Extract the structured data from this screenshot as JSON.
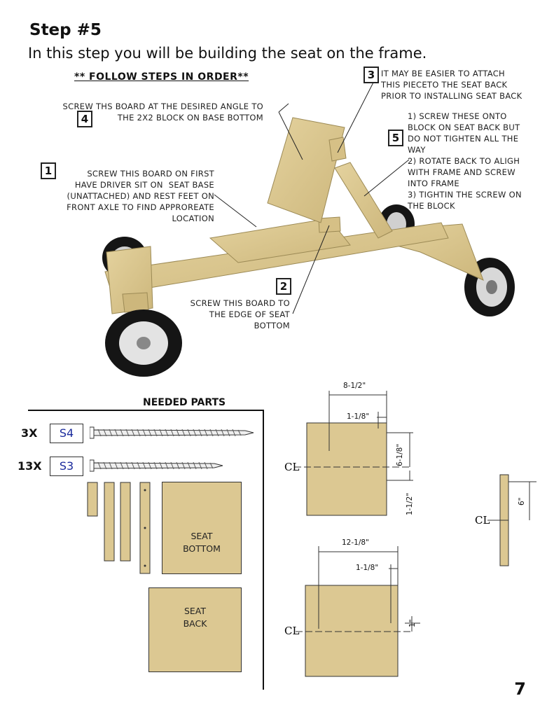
{
  "header": {
    "step": "Step #5",
    "subtitle": "In this step you will be building the seat on the frame.",
    "follow": "** FOLLOW STEPS IN ORDER**"
  },
  "callouts": {
    "c1": {
      "num": "1",
      "lines": [
        "SCREW THIS BOARD ON FIRST",
        "HAVE DRIVER SIT ON  SEAT BASE",
        "(UNATTACHED) AND REST FEET ON",
        "FRONT AXLE TO FIND APPROREATE",
        "LOCATION"
      ]
    },
    "c2": {
      "num": "2",
      "lines": [
        "SCREW THIS BOARD TO",
        "THE EDGE OF SEAT",
        "BOTTOM"
      ]
    },
    "c3": {
      "num": "3",
      "lines": [
        "IT MAY BE EASIER TO ATTACH",
        "THIS PIECETO THE SEAT BACK",
        "PRIOR TO INSTALLING SEAT BACK"
      ]
    },
    "c4": {
      "num": "4",
      "lines": [
        "SCREW THS BOARD AT THE DESIRED ANGLE TO",
        "THE 2X2 BLOCK ON BASE BOTTOM"
      ]
    },
    "c5": {
      "num": "5",
      "lines": [
        "1) SCREW THESE ONTO",
        "BLOCK ON SEAT BACK BUT",
        "DO NOT TIGHTEN ALL THE",
        "WAY",
        "2) ROTATE BACK TO ALIGH",
        "WITH FRAME AND SCREW",
        "INTO FRAME",
        "3) TIGHTIN THE SCREW ON",
        "THE BLOCK"
      ]
    }
  },
  "parts": {
    "title": "NEEDED PARTS",
    "screws": [
      {
        "qty": "3X",
        "code": "S4"
      },
      {
        "qty": "13X",
        "code": "S3"
      }
    ],
    "boards": {
      "seat_bottom": [
        "SEAT",
        "BOTTOM"
      ],
      "seat_back": [
        "SEAT",
        "BACK"
      ]
    }
  },
  "dims": {
    "top_width": "8-1/2\"",
    "top_offset": "1-1/8\"",
    "top_v1": "6-1/8\"",
    "top_v2": "1-1/2\"",
    "bottom_width": "12-1/8\"",
    "bottom_offset": "1-1/8\"",
    "bottom_v": "1\"",
    "strip_v": "6\"",
    "centerline": "CL"
  },
  "page_number": "7",
  "colors": {
    "wood": "#dcc892",
    "wood_dark": "#c8b47a",
    "label_blue": "#1a2a9c"
  }
}
